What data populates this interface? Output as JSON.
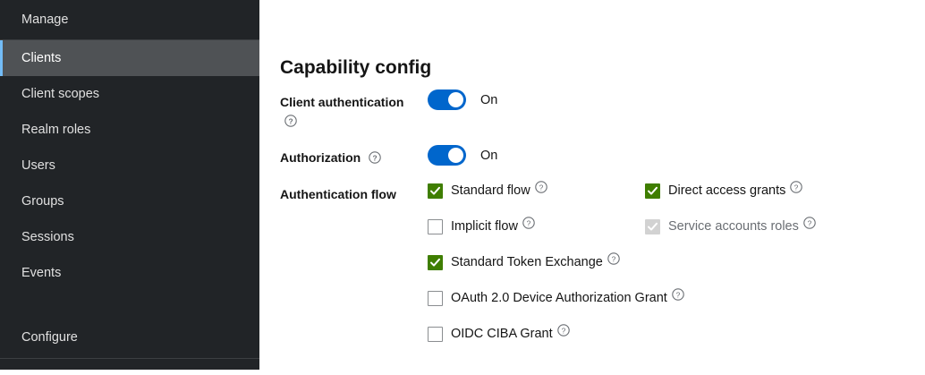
{
  "sidebar": {
    "section_manage": "Manage",
    "items": [
      {
        "label": "Clients",
        "current": true
      },
      {
        "label": "Client scopes",
        "current": false
      },
      {
        "label": "Realm roles",
        "current": false
      },
      {
        "label": "Users",
        "current": false
      },
      {
        "label": "Groups",
        "current": false
      },
      {
        "label": "Sessions",
        "current": false
      },
      {
        "label": "Events",
        "current": false
      }
    ],
    "section_configure": "Configure",
    "colors": {
      "background": "#212427",
      "current_background": "#4f5255",
      "current_accent": "#73bcf7",
      "divider": "#3c3f42",
      "text": "#e0e0e0"
    }
  },
  "main": {
    "title": "Capability config",
    "rows": {
      "client_authentication": {
        "label": "Client authentication",
        "help_icon": "help-circle-icon",
        "toggle": {
          "state": "on",
          "state_label": "On",
          "color": "#0066cc"
        }
      },
      "authorization": {
        "label": "Authorization",
        "help_icon": "help-circle-icon",
        "toggle": {
          "state": "on",
          "state_label": "On",
          "color": "#0066cc"
        }
      },
      "authentication_flow": {
        "label": "Authentication flow",
        "checkboxes": [
          {
            "label": "Standard flow",
            "checked": true,
            "disabled": false,
            "help_icon": "help-circle-icon",
            "column": 1,
            "row": 1
          },
          {
            "label": "Direct access grants",
            "checked": true,
            "disabled": false,
            "help_icon": "help-circle-icon",
            "column": 2,
            "row": 1
          },
          {
            "label": "Implicit flow",
            "checked": false,
            "disabled": false,
            "help_icon": "help-circle-icon",
            "column": 1,
            "row": 2
          },
          {
            "label": "Service accounts roles",
            "checked": true,
            "disabled": true,
            "help_icon": "help-circle-icon",
            "column": 2,
            "row": 2
          },
          {
            "label": "Standard Token Exchange",
            "checked": true,
            "disabled": false,
            "help_icon": "help-circle-icon",
            "column": 1,
            "row": 3
          },
          {
            "label": "OAuth 2.0 Device Authorization Grant",
            "checked": false,
            "disabled": false,
            "help_icon": "help-circle-icon",
            "column": 1,
            "row": 4
          },
          {
            "label": "OIDC CIBA Grant",
            "checked": false,
            "disabled": false,
            "help_icon": "help-circle-icon",
            "column": 1,
            "row": 5
          }
        ]
      }
    },
    "colors": {
      "checkbox_checked": "#3f7e00",
      "checkbox_disabled": "#d2d2d2",
      "checkbox_border": "#8a8d90",
      "text": "#151515",
      "text_muted": "#6a6e73"
    }
  }
}
